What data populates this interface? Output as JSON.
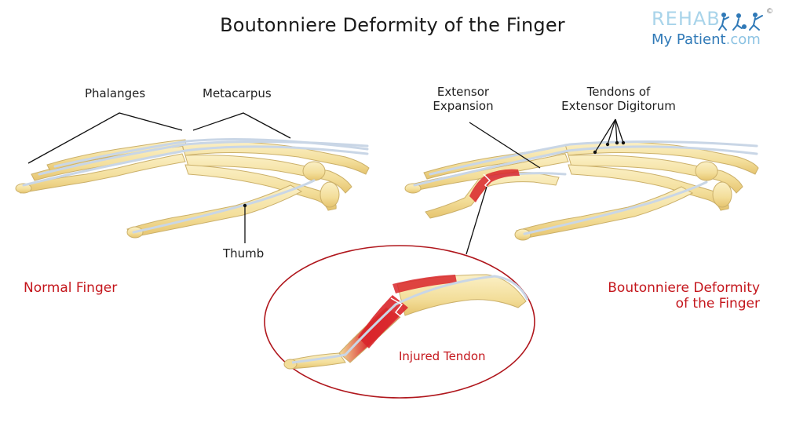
{
  "title": "Boutonniere Deformity of the Finger",
  "logo": {
    "line1": "REHAB",
    "line2_main": "My Patient",
    "line2_tld": ".com",
    "copyright": "©"
  },
  "labels": {
    "phalanges": "Phalanges",
    "metacarpus": "Metacarpus",
    "thumb": "Thumb",
    "extensor_expansion_1": "Extensor",
    "extensor_expansion_2": "Expansion",
    "tendons_1": "Tendons of",
    "tendons_2": "Extensor Digitorum",
    "normal_finger": "Normal Finger",
    "deformity_1": "Boutonniere Deformity",
    "deformity_2": "of the Finger",
    "injured_tendon": "Injured Tendon"
  },
  "colors": {
    "bone": "#f3de9a",
    "bone_edge": "#d9b65a",
    "tendon": "#c9d6e6",
    "injury": "#d9262b",
    "accent_red": "#c4161c",
    "logo_light": "#a9d4ea",
    "logo_dark": "#2f79b7"
  }
}
